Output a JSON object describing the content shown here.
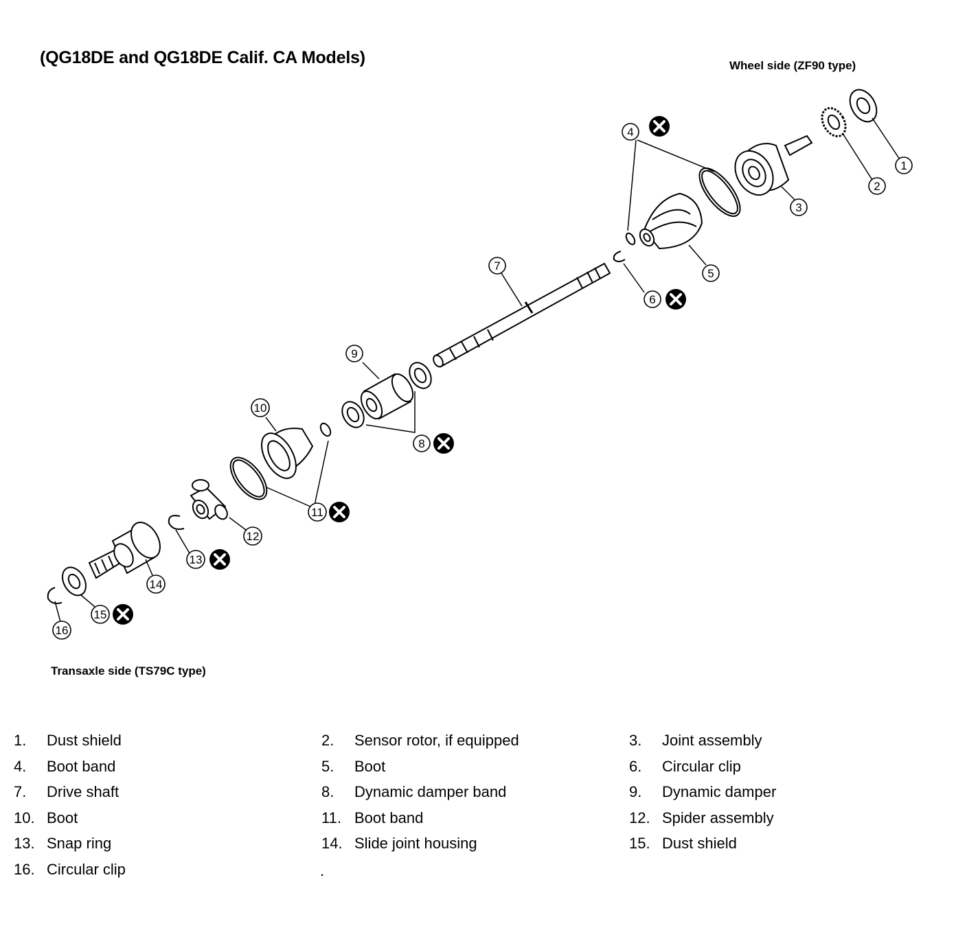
{
  "title": "(QG18DE and QG18DE Calif. CA Models)",
  "wheel_side_label": "Wheel side (ZF90 type)",
  "transaxle_side_label": "Transaxle side (TS79C type)",
  "callouts": [
    "1",
    "2",
    "3",
    "4",
    "5",
    "6",
    "7",
    "8",
    "9",
    "10",
    "11",
    "12",
    "13",
    "14",
    "15",
    "16"
  ],
  "legend": [
    {
      "num": "1.",
      "label": "Dust shield"
    },
    {
      "num": "2.",
      "label": "Sensor rotor, if equipped"
    },
    {
      "num": "3.",
      "label": "Joint assembly"
    },
    {
      "num": "4.",
      "label": "Boot band"
    },
    {
      "num": "5.",
      "label": "Boot"
    },
    {
      "num": "6.",
      "label": "Circular clip"
    },
    {
      "num": "7.",
      "label": "Drive shaft"
    },
    {
      "num": "8.",
      "label": "Dynamic damper band"
    },
    {
      "num": "9.",
      "label": "Dynamic damper"
    },
    {
      "num": "10.",
      "label": "Boot"
    },
    {
      "num": "11.",
      "label": "Boot band"
    },
    {
      "num": "12.",
      "label": "Spider assembly"
    },
    {
      "num": "13.",
      "label": "Snap ring"
    },
    {
      "num": "14.",
      "label": "Slide joint housing"
    },
    {
      "num": "15.",
      "label": "Dust shield"
    },
    {
      "num": "16.",
      "label": "Circular clip"
    }
  ],
  "trailing_mark": "."
}
